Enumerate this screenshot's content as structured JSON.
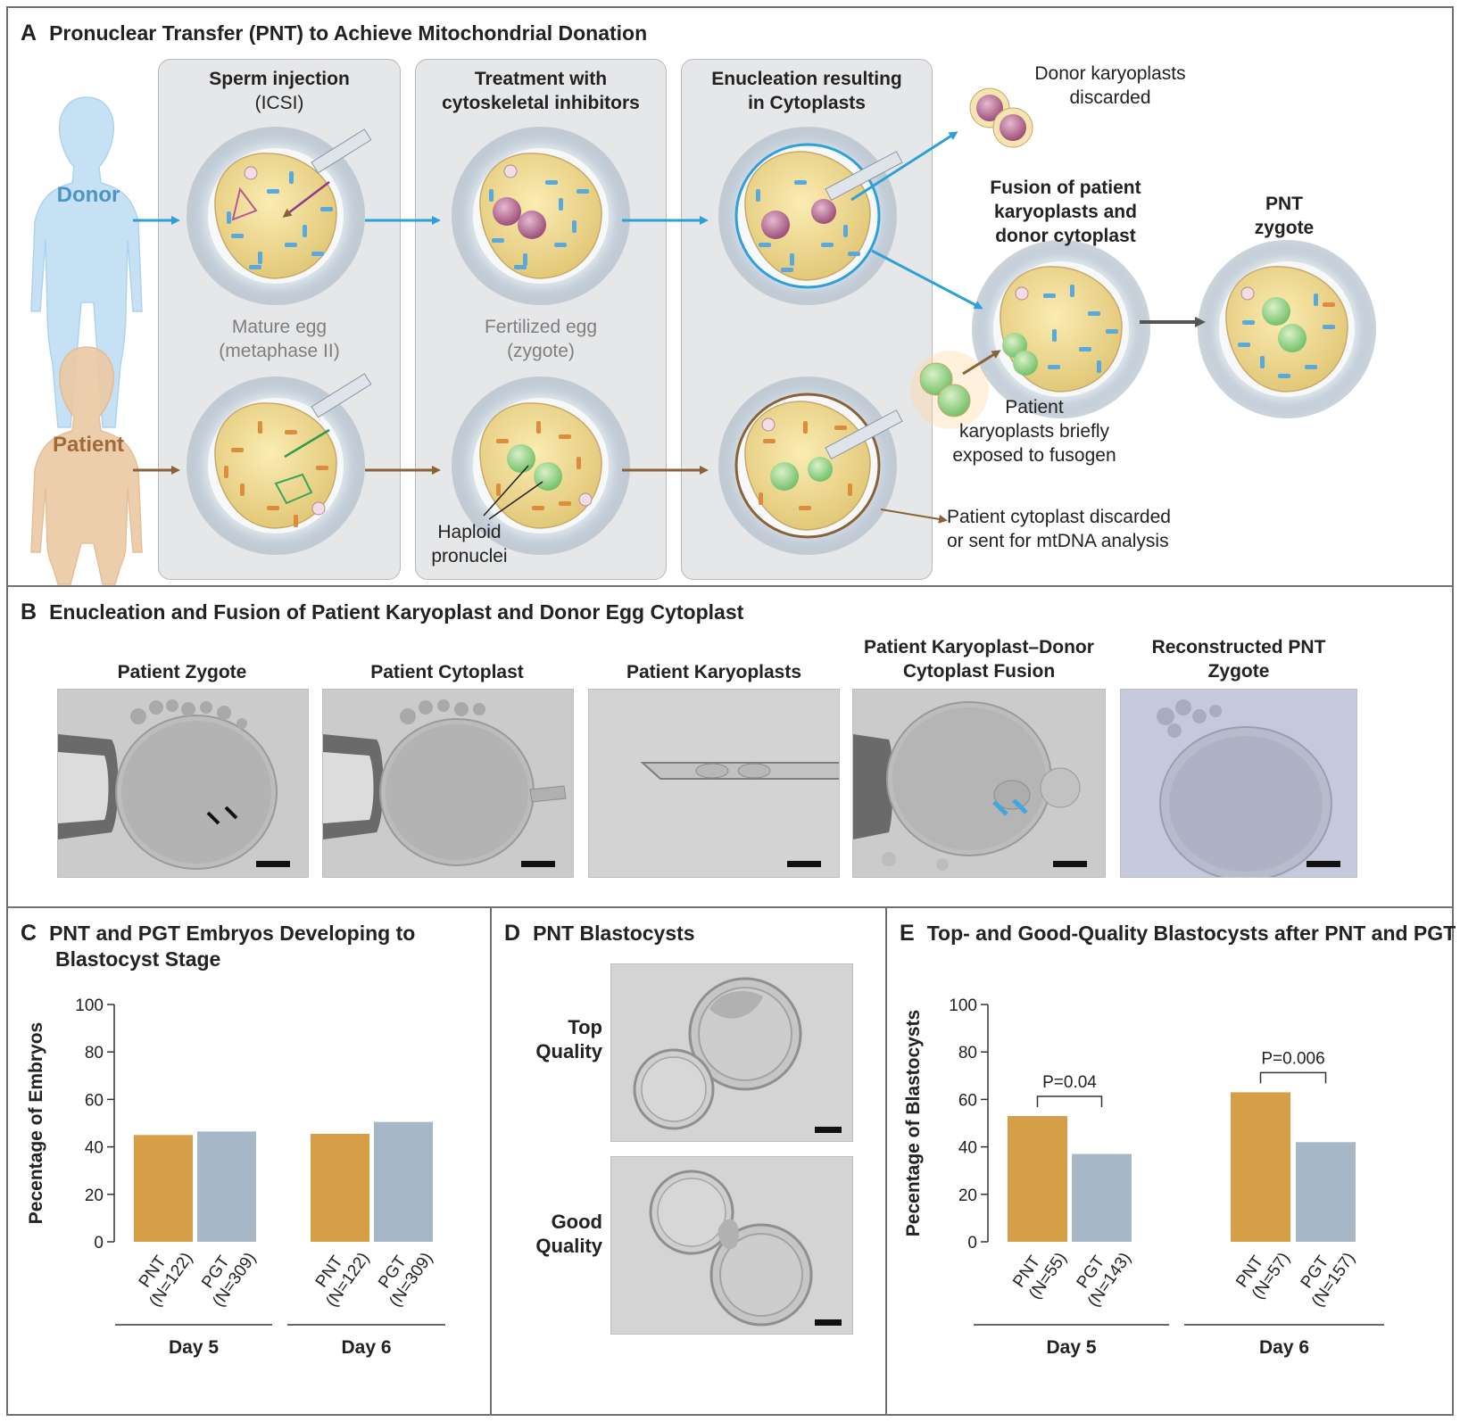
{
  "panelA": {
    "letter": "A",
    "title": "Pronuclear Transfer (PNT) to Achieve Mitochondrial Donation",
    "donor": "Donor",
    "patient": "Patient",
    "step1": [
      "Sperm injection",
      "(ICSI)"
    ],
    "step2": [
      "Treatment with",
      "cytoskeletal inhibitors"
    ],
    "step3": [
      "Enucleation resulting",
      "in Cytoplasts"
    ],
    "mature": [
      "Mature egg",
      "(metaphase II)"
    ],
    "fertilized": [
      "Fertilized egg",
      "(zygote)"
    ],
    "haploid": [
      "Haploid",
      "pronuclei"
    ],
    "donorKaryo": [
      "Donor karyoplasts",
      "discarded"
    ],
    "fusion": [
      "Fusion of patient",
      "karyoplasts and",
      "donor cytoplast"
    ],
    "pntZygote": [
      "PNT",
      "zygote"
    ],
    "patientKaryo": [
      "Patient",
      "karyoplasts briefly",
      "exposed to fusogen"
    ],
    "patientCyto": [
      "Patient cytoplast discarded",
      "or sent for mtDNA analysis"
    ],
    "colors": {
      "donor": "#9cc9ea",
      "patient": "#e2b98e",
      "blueArrow": "#2ea0d8",
      "brownArrow": "#8a6238"
    }
  },
  "panelB": {
    "letter": "B",
    "title": "Enucleation and Fusion of Patient Karyoplast and Donor Egg Cytoplast",
    "images": [
      {
        "label": [
          "Patient Zygote"
        ]
      },
      {
        "label": [
          "Patient Cytoplast"
        ]
      },
      {
        "label": [
          "Patient Karyoplasts"
        ]
      },
      {
        "label": [
          "Patient Karyoplast–Donor",
          "Cytoplast Fusion"
        ]
      },
      {
        "label": [
          "Reconstructed PNT",
          "Zygote"
        ]
      }
    ]
  },
  "panelC": {
    "letter": "C",
    "title": [
      "PNT and PGT Embryos Developing to",
      "Blastocyst Stage"
    ]
  },
  "panelD": {
    "letter": "D",
    "title": "PNT Blastocysts",
    "top": [
      "Top",
      "Quality"
    ],
    "good": [
      "Good",
      "Quality"
    ]
  },
  "panelE": {
    "letter": "E",
    "title": "Top- and Good-Quality Blastocysts after PNT and PGT"
  },
  "chart_data": [
    {
      "type": "bar",
      "title": "",
      "ylabel": "Pecentage of Embryos",
      "ylim": [
        0,
        100
      ],
      "yticks": [
        0,
        20,
        40,
        60,
        80,
        100
      ],
      "groups": [
        "Day 5",
        "Day 6"
      ],
      "bars": [
        {
          "group": "Day 5",
          "label": [
            "PNT",
            "(N=122)"
          ],
          "value": 45,
          "color": "#d59e47"
        },
        {
          "group": "Day 5",
          "label": [
            "PGT",
            "(N=309)"
          ],
          "value": 46.5,
          "color": "#a6b7c8"
        },
        {
          "group": "Day 6",
          "label": [
            "PNT",
            "(N=122)"
          ],
          "value": 45.5,
          "color": "#d59e47"
        },
        {
          "group": "Day 6",
          "label": [
            "PGT",
            "(N=309)"
          ],
          "value": 50.5,
          "color": "#a6b7c8"
        }
      ],
      "annotations": []
    },
    {
      "type": "bar",
      "title": "",
      "ylabel": "Pecentage of Blastocysts",
      "ylim": [
        0,
        100
      ],
      "yticks": [
        0,
        20,
        40,
        60,
        80,
        100
      ],
      "groups": [
        "Day 5",
        "Day 6"
      ],
      "bars": [
        {
          "group": "Day 5",
          "label": [
            "PNT",
            "(N=55)"
          ],
          "value": 53,
          "color": "#d59e47"
        },
        {
          "group": "Day 5",
          "label": [
            "PGT",
            "(N=143)"
          ],
          "value": 37,
          "color": "#a6b7c8"
        },
        {
          "group": "Day 6",
          "label": [
            "PNT",
            "(N=57)"
          ],
          "value": 63,
          "color": "#d59e47"
        },
        {
          "group": "Day 6",
          "label": [
            "PGT",
            "(N=157)"
          ],
          "value": 42,
          "color": "#a6b7c8"
        }
      ],
      "annotations": [
        {
          "group": "Day 5",
          "text": "P=0.04"
        },
        {
          "group": "Day 6",
          "text": "P=0.006"
        }
      ]
    }
  ]
}
